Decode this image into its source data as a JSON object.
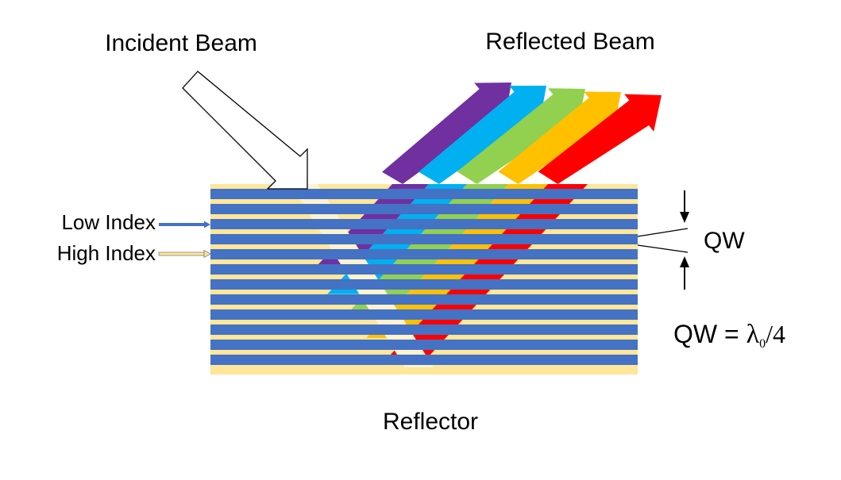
{
  "labels": {
    "incident": "Incident Beam",
    "reflected": "Reflected Beam",
    "low_index": "Low Index",
    "high_index": "High Index",
    "qw": "QW",
    "formula_prefix": "QW = ",
    "formula_lambda": "λ",
    "formula_sub": "0",
    "formula_suffix": "/4",
    "reflector": "Reflector"
  },
  "colors": {
    "low_index": "#4472C4",
    "high_index": "#FFE699",
    "incident_beam": "#FFF2CC",
    "reflected_beams": [
      "#7030A0",
      "#00B0F0",
      "#92D050",
      "#FFC000",
      "#FF0000"
    ]
  },
  "stack": {
    "layer_pairs": 12
  }
}
